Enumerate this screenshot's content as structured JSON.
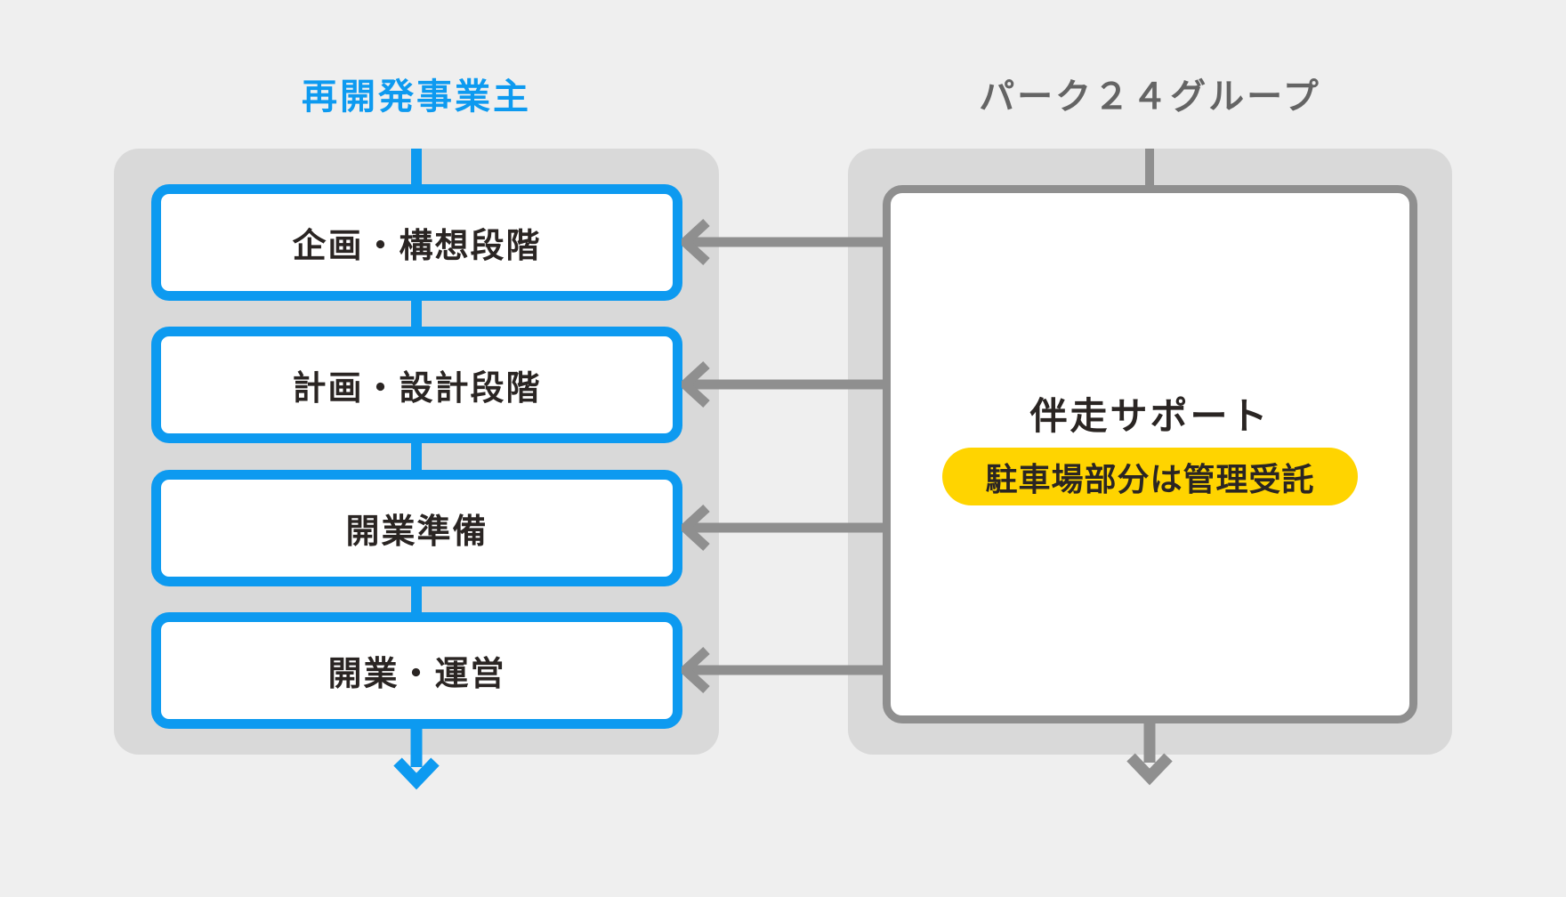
{
  "diagram": {
    "left": {
      "title": "再開発事業主",
      "stages": [
        {
          "label": "企画・構想段階"
        },
        {
          "label": "計画・設計段階"
        },
        {
          "label": "開業準備"
        },
        {
          "label": "開業・運営"
        }
      ]
    },
    "right": {
      "title": "パーク２４グループ",
      "support_title": "伴走サポート",
      "badge_label": "駐車場部分は管理受託"
    },
    "colors": {
      "background": "#EFEFEF",
      "panel_gray": "#D9D9D9",
      "accent_blue": "#0D9AF0",
      "arrow_gray": "#8F8F8F",
      "text_dark": "#2A2523",
      "title_gray": "#646464",
      "badge_yellow": "#FFD400"
    }
  }
}
